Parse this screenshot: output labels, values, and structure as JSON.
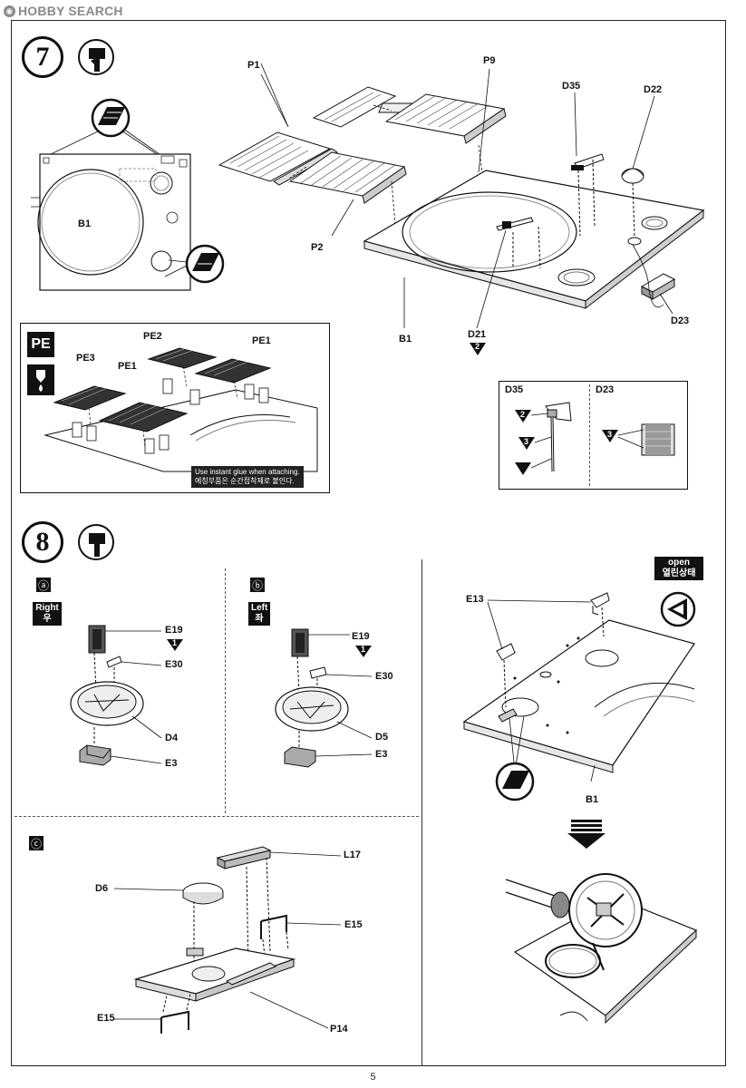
{
  "watermark": {
    "brand": "HOBBY SEARCH"
  },
  "page_number": "5",
  "step7": {
    "number": "7",
    "labels": {
      "b1_left": "B1",
      "p1": "P1",
      "p9": "P9",
      "d35": "D35",
      "d22": "D22",
      "p2": "P2",
      "b1_main": "B1",
      "d21": "D21",
      "d21_ref": "2",
      "d23": "D23"
    },
    "pe_box": {
      "pe_icon": "PE",
      "labels": {
        "pe2": "PE2",
        "pe1_top": "PE1",
        "pe3": "PE3",
        "pe1_left": "PE1"
      },
      "note_en": "Use instant glue when attaching.",
      "note_ko": "에칭부품은 순간접착제로 붙인다."
    },
    "detail_box": {
      "d35": "D35",
      "d23": "D23",
      "ref_a": "2",
      "ref_b": "3",
      "ref_c": "3"
    }
  },
  "step8": {
    "number": "8",
    "sub_a": {
      "tag": "ⓐ",
      "side_en": "Right",
      "side_ko": "우",
      "labels": {
        "e19": "E19",
        "e19_ref": "1",
        "e30": "E30",
        "d4": "D4",
        "e3": "E3"
      }
    },
    "sub_b": {
      "tag": "ⓑ",
      "side_en": "Left",
      "side_ko": "좌",
      "labels": {
        "e19": "E19",
        "e19_ref": "1",
        "e30": "E30",
        "d5": "D5",
        "e3": "E3"
      }
    },
    "sub_c": {
      "tag": "ⓒ",
      "labels": {
        "l17": "L17",
        "d6": "D6",
        "e15_right": "E15",
        "e15_left": "E15",
        "p14": "P14"
      }
    },
    "right_panel": {
      "open_en": "open",
      "open_ko": "열린상태",
      "labels": {
        "e13": "E13",
        "b1": "B1"
      }
    }
  }
}
